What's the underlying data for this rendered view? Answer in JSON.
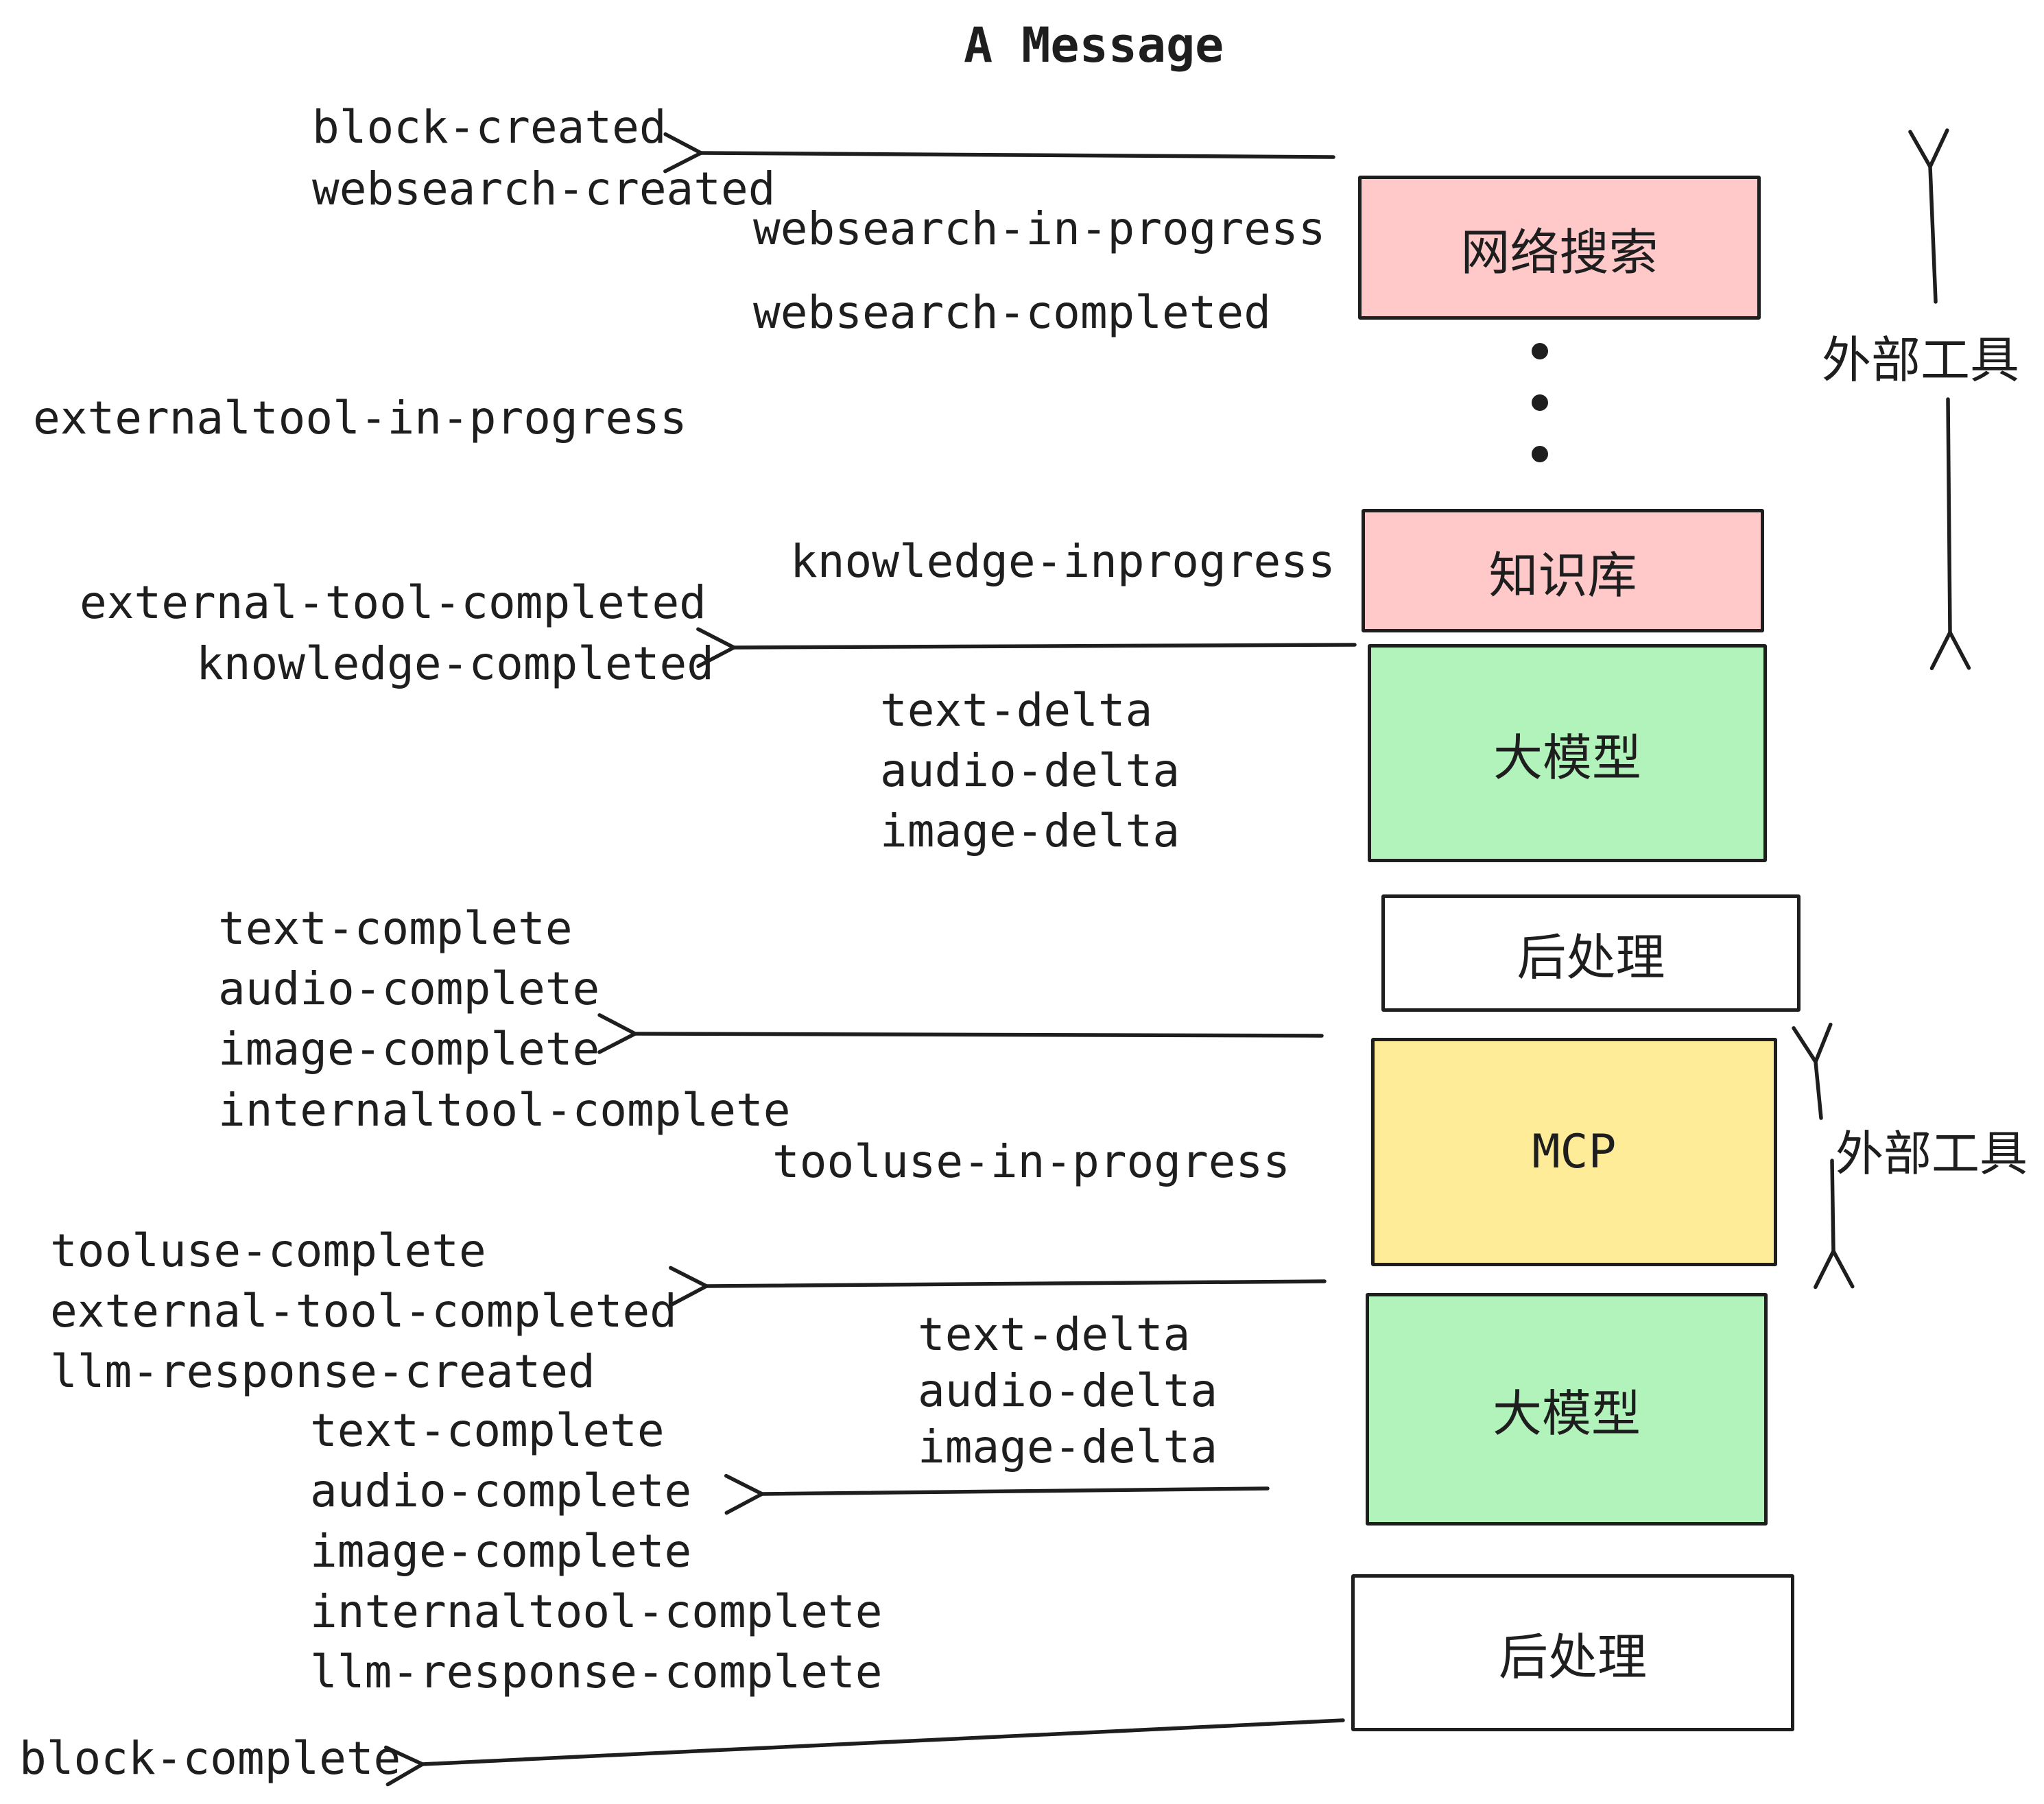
{
  "title": "A Message",
  "colors": {
    "background": "#ffffff",
    "ink": "#1e1e1e",
    "box_border": "#1e1e1e",
    "pink": "#ffc9c9",
    "green": "#b2f2bb",
    "yellow": "#ffec99",
    "white": "#ffffff"
  },
  "boxes": [
    {
      "id": "websearch",
      "label": "网络搜索",
      "fill": "#ffc9c9"
    },
    {
      "id": "knowledge",
      "label": "知识库",
      "fill": "#ffc9c9"
    },
    {
      "id": "llm-1",
      "label": "大模型",
      "fill": "#b2f2bb"
    },
    {
      "id": "postprocess-1",
      "label": "后处理",
      "fill": "#ffffff"
    },
    {
      "id": "mcp",
      "label": "MCP",
      "fill": "#ffec99"
    },
    {
      "id": "llm-2",
      "label": "大模型",
      "fill": "#b2f2bb"
    },
    {
      "id": "postprocess-2",
      "label": "后处理",
      "fill": "#ffffff"
    }
  ],
  "side_labels": [
    {
      "text": "外部工具"
    },
    {
      "text": "外部工具"
    }
  ],
  "ellipsis_dot_count": 3,
  "events": [
    {
      "text": "block-created"
    },
    {
      "text": "websearch-created"
    },
    {
      "text": "websearch-in-progress"
    },
    {
      "text": "websearch-completed"
    },
    {
      "text": "externaltool-in-progress"
    },
    {
      "text": "knowledge-inprogress"
    },
    {
      "text": "external-tool-completed"
    },
    {
      "text": "knowledge-completed"
    },
    {
      "text": "text-delta"
    },
    {
      "text": "audio-delta"
    },
    {
      "text": "image-delta"
    },
    {
      "text": "text-complete"
    },
    {
      "text": "audio-complete"
    },
    {
      "text": "image-complete"
    },
    {
      "text": "internaltool-complete"
    },
    {
      "text": "tooluse-in-progress"
    },
    {
      "text": "tooluse-complete"
    },
    {
      "text": "external-tool-completed"
    },
    {
      "text": "llm-response-created"
    },
    {
      "text": "text-complete"
    },
    {
      "text": "audio-complete"
    },
    {
      "text": "text-delta"
    },
    {
      "text": "audio-delta"
    },
    {
      "text": "image-delta"
    },
    {
      "text": "image-complete"
    },
    {
      "text": "internaltool-complete"
    },
    {
      "text": "llm-response-complete"
    },
    {
      "text": "block-complete"
    }
  ]
}
